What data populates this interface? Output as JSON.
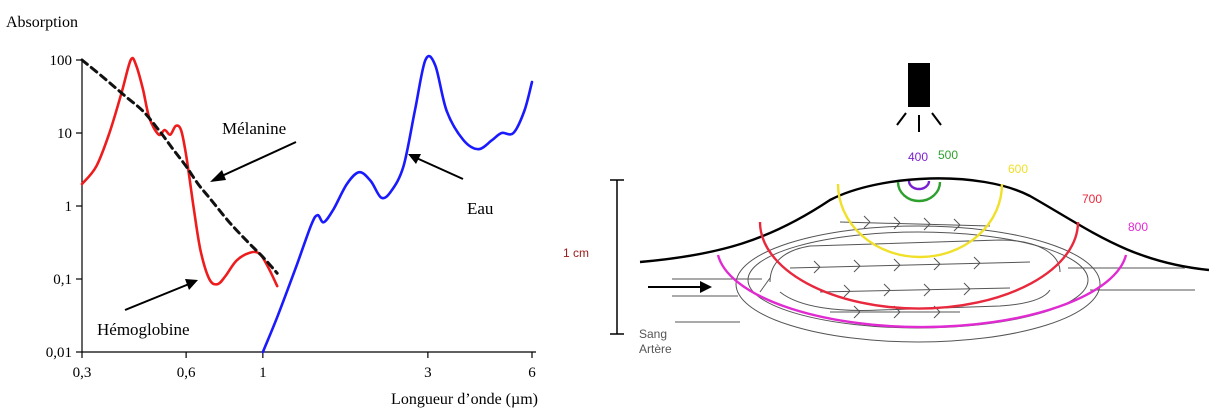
{
  "chart_data": {
    "type": "line",
    "ylabel": "Absorption",
    "xlabel": "Longueur d’onde (µm)",
    "x_scale": "log",
    "y_scale": "log",
    "xlim": [
      0.3,
      6
    ],
    "ylim": [
      0.01,
      100
    ],
    "x_ticks": [
      {
        "value": 0.3,
        "label": "0,3"
      },
      {
        "value": 0.6,
        "label": "0,6"
      },
      {
        "value": 1,
        "label": "1"
      },
      {
        "value": 3,
        "label": "3"
      },
      {
        "value": 6,
        "label": "6"
      }
    ],
    "y_ticks": [
      {
        "value": 0.01,
        "label": "0,01"
      },
      {
        "value": 0.1,
        "label": "0,1"
      },
      {
        "value": 1,
        "label": "1"
      },
      {
        "value": 10,
        "label": "10"
      },
      {
        "value": 100,
        "label": "100"
      }
    ],
    "series": [
      {
        "name": "Hémoglobine",
        "color": "#ee1c1c",
        "style": "solid",
        "points": [
          [
            0.3,
            2
          ],
          [
            0.33,
            3.5
          ],
          [
            0.36,
            10
          ],
          [
            0.39,
            35
          ],
          [
            0.415,
            100
          ],
          [
            0.43,
            85
          ],
          [
            0.45,
            40
          ],
          [
            0.47,
            16
          ],
          [
            0.5,
            9.5
          ],
          [
            0.52,
            11
          ],
          [
            0.54,
            9.5
          ],
          [
            0.56,
            12.5
          ],
          [
            0.58,
            11
          ],
          [
            0.6,
            5
          ],
          [
            0.63,
            1
          ],
          [
            0.66,
            0.25
          ],
          [
            0.7,
            0.1
          ],
          [
            0.74,
            0.085
          ],
          [
            0.78,
            0.11
          ],
          [
            0.84,
            0.18
          ],
          [
            0.92,
            0.23
          ],
          [
            0.98,
            0.22
          ],
          [
            1.04,
            0.14
          ],
          [
            1.1,
            0.08
          ]
        ]
      },
      {
        "name": "Mélanine",
        "color": "#111111",
        "style": "dashed",
        "points": [
          [
            0.3,
            100
          ],
          [
            0.35,
            55
          ],
          [
            0.4,
            32
          ],
          [
            0.45,
            20
          ],
          [
            0.5,
            11
          ],
          [
            0.55,
            6
          ],
          [
            0.6,
            3.5
          ],
          [
            0.65,
            2
          ],
          [
            0.7,
            1.3
          ],
          [
            0.8,
            0.6
          ],
          [
            0.9,
            0.33
          ],
          [
            1,
            0.2
          ],
          [
            1.1,
            0.12
          ]
        ]
      },
      {
        "name": "Eau",
        "color": "#1a1aff",
        "style": "solid",
        "points": [
          [
            1,
            0.01
          ],
          [
            1.1,
            0.03
          ],
          [
            1.25,
            0.15
          ],
          [
            1.38,
            0.55
          ],
          [
            1.44,
            0.75
          ],
          [
            1.5,
            0.6
          ],
          [
            1.6,
            0.9
          ],
          [
            1.75,
            2
          ],
          [
            1.9,
            2.9
          ],
          [
            2.05,
            2.2
          ],
          [
            2.2,
            1.3
          ],
          [
            2.35,
            1.6
          ],
          [
            2.55,
            3.5
          ],
          [
            2.75,
            20
          ],
          [
            2.95,
            100
          ],
          [
            3.15,
            85
          ],
          [
            3.4,
            20
          ],
          [
            3.8,
            8
          ],
          [
            4.2,
            6
          ],
          [
            4.6,
            8
          ],
          [
            4.9,
            10
          ],
          [
            5.3,
            10
          ],
          [
            5.7,
            20
          ],
          [
            6,
            50
          ]
        ]
      }
    ],
    "annotations": [
      {
        "text": "Mélanine",
        "target": [
          0.66,
          2.2
        ]
      },
      {
        "text": "Eau",
        "target": [
          2.6,
          4.2
        ]
      },
      {
        "text": "Hémoglobine",
        "target": [
          0.72,
          0.085
        ]
      }
    ]
  },
  "diagram": {
    "bands": [
      {
        "label": "400",
        "color": "#7a1fd0"
      },
      {
        "label": "500",
        "color": "#2ea02e"
      },
      {
        "label": "600",
        "color": "#f0e02a"
      },
      {
        "label": "700",
        "color": "#e8283c"
      },
      {
        "label": "800",
        "color": "#e02ad2"
      }
    ],
    "scale_label": "1 cm",
    "label_sang": "Sang",
    "label_artere": "Artère"
  }
}
